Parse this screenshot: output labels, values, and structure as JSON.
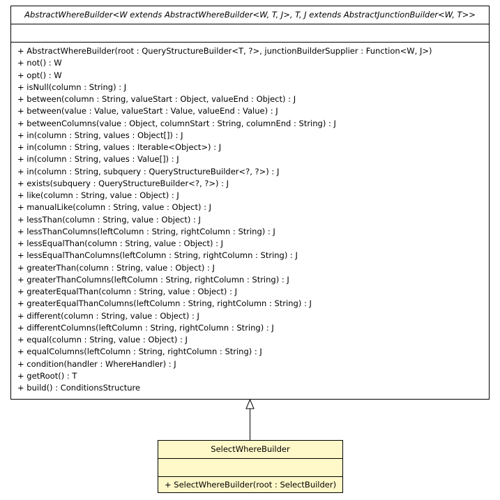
{
  "parent_class": {
    "name": "AbstractWhereBuilder<W extends AbstractWhereBuilder<W, T, J>, T, J extends AbstractJunctionBuilder<W, T>>",
    "operations": [
      "+ AbstractWhereBuilder(root : QueryStructureBuilder<T, ?>, junctionBuilderSupplier : Function<W, J>)",
      "+ not() : W",
      "+ opt() : W",
      "+ isNull(column : String) : J",
      "+ between(column : String, valueStart : Object, valueEnd : Object) : J",
      "+ between(value : Value, valueStart : Value, valueEnd : Value) : J",
      "+ betweenColumns(value : Object, columnStart : String, columnEnd : String) : J",
      "+ in(column : String, values : Object[]) : J",
      "+ in(column : String, values : Iterable<Object>) : J",
      "+ in(column : String, values : Value[]) : J",
      "+ in(column : String, subquery : QueryStructureBuilder<?, ?>) : J",
      "+ exists(subquery : QueryStructureBuilder<?, ?>) : J",
      "+ like(column : String, value : Object) : J",
      "+ manualLike(column : String, value : Object) : J",
      "+ lessThan(column : String, value : Object) : J",
      "+ lessThanColumns(leftColumn : String, rightColumn : String) : J",
      "+ lessEqualThan(column : String, value : Object) : J",
      "+ lessEqualThanColumns(leftColumn : String, rightColumn : String) : J",
      "+ greaterThan(column : String, value : Object) : J",
      "+ greaterThanColumns(leftColumn : String, rightColumn : String) : J",
      "+ greaterEqualThan(column : String, value : Object) : J",
      "+ greaterEqualThanColumns(leftColumn : String, rightColumn : String) : J",
      "+ different(column : String, value : Object) : J",
      "+ differentColumns(leftColumn : String, rightColumn : String) : J",
      "+ equal(column : String, value : Object) : J",
      "+ equalColumns(leftColumn : String, rightColumn : String) : J",
      "+ condition(handler : WhereHandler) : J",
      "+ getRoot() : T",
      "+ build() : ConditionsStructure"
    ]
  },
  "child_class": {
    "name": "SelectWhereBuilder",
    "operations": [
      "+ SelectWhereBuilder(root : SelectBuilder)"
    ]
  },
  "relationship": {
    "type": "generalization",
    "from": "SelectWhereBuilder",
    "to": "AbstractWhereBuilder"
  },
  "colors": {
    "child_fill": "#fff8c8",
    "parent_fill": "#ffffff",
    "line": "#000000"
  }
}
